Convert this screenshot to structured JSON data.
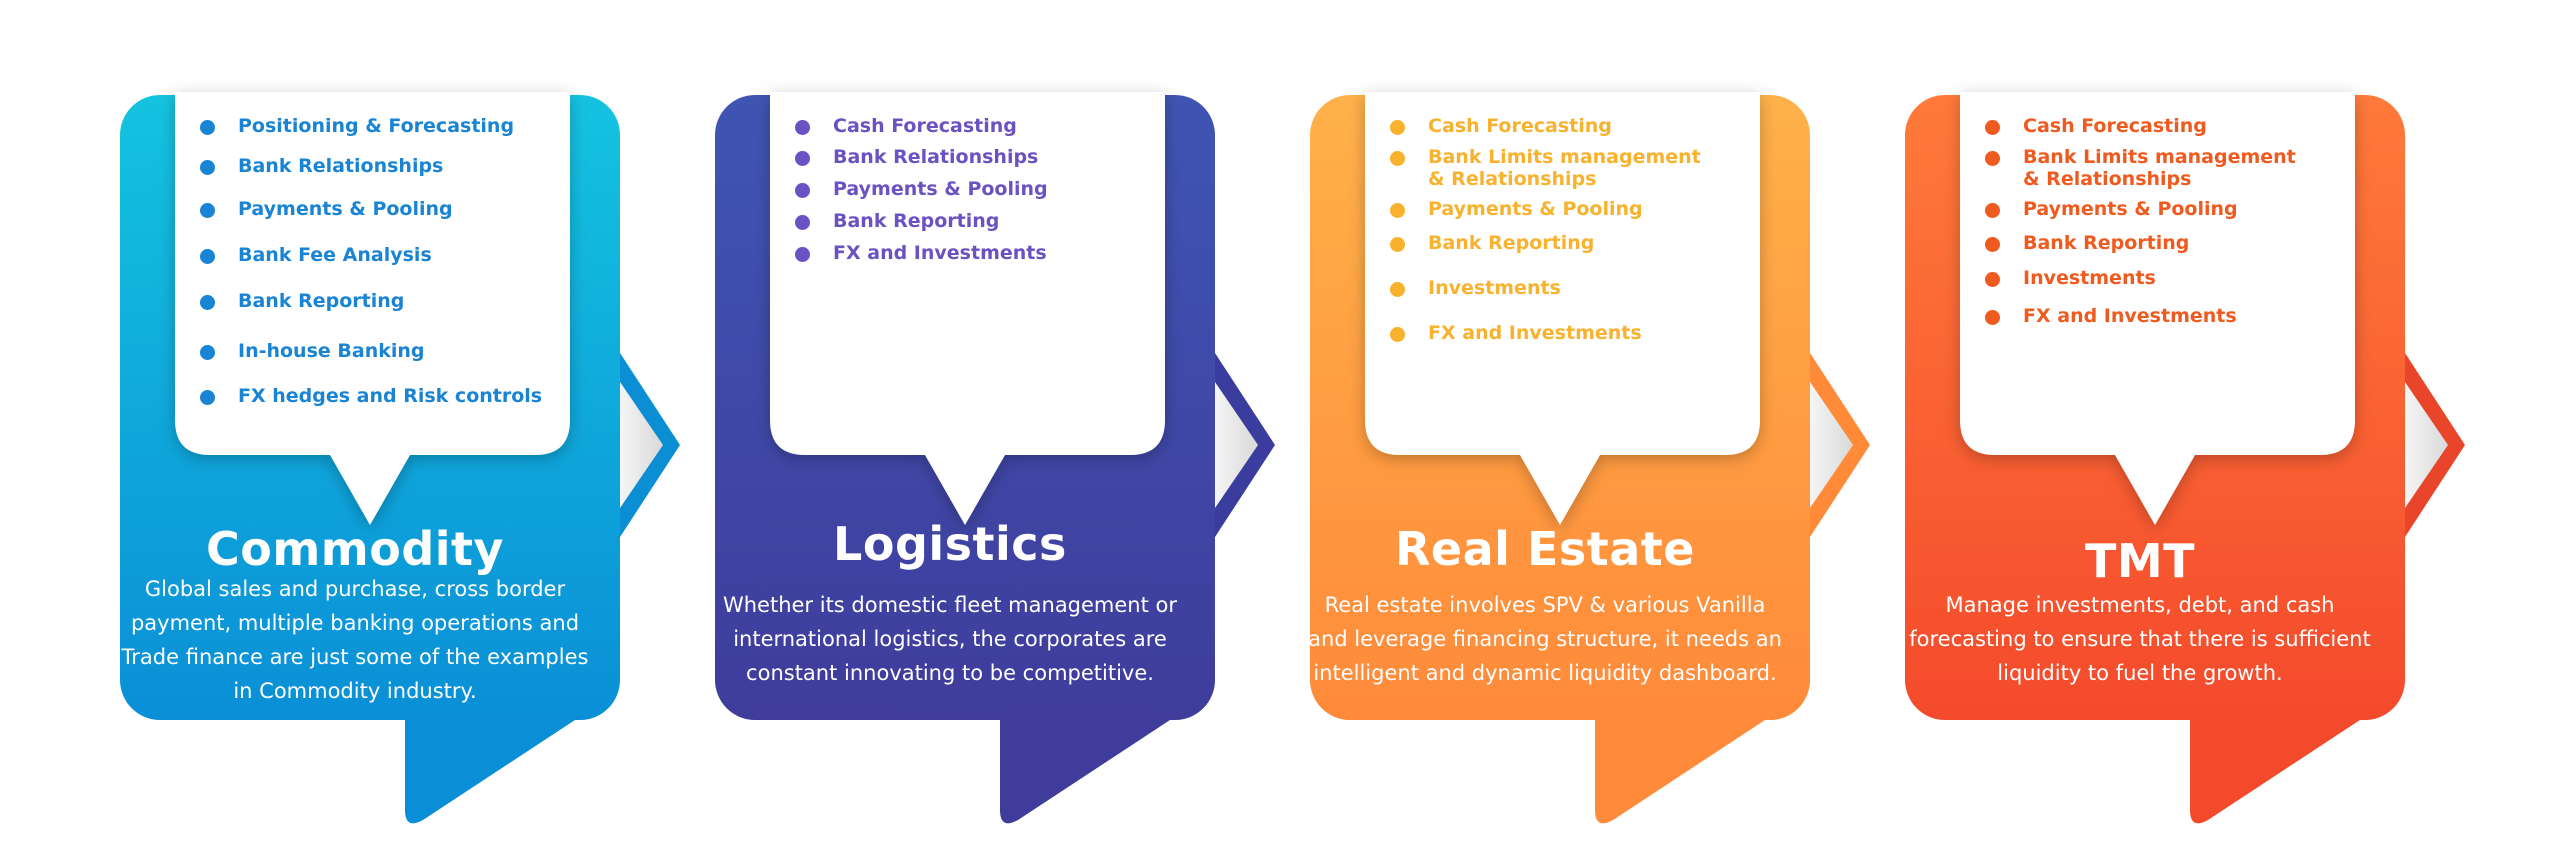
{
  "cards": [
    {
      "title": "Commodity",
      "description": "Global sales and purchase, cross border payment, multiple banking operations and Trade finance are just some of the examples in Commodity industry.",
      "colors": {
        "top": "#14c3e0",
        "bottom": "#0a8fd6",
        "text": "#1a84d4",
        "arrow": "#0b8ed3"
      },
      "items": [
        "Positioning & Forecasting",
        "Bank Relationships",
        "Payments & Pooling",
        "Bank Fee Analysis",
        "Bank Reporting",
        "In-house Banking",
        "FX hedges and Risk controls"
      ]
    },
    {
      "title": "Logistics",
      "description": "Whether its domestic fleet management or international logistics, the corporates are constant innovating to be competitive.",
      "colors": {
        "top": "#3f55b3",
        "bottom": "#3f3c9c",
        "text": "#6a52c2",
        "arrow": "#3a3d9e"
      },
      "items": [
        "Cash Forecasting",
        "Bank Relationships",
        "Payments & Pooling",
        "Bank Reporting",
        "FX and Investments"
      ]
    },
    {
      "title": "Real Estate",
      "description": "Real estate involves SPV & various Vanilla and leverage financing structure, it needs an intelligent and dynamic liquidity dashboard.",
      "colors": {
        "top": "#ffb14a",
        "bottom": "#ff8a3a",
        "text": "#f9b22d",
        "arrow": "#ff8a38"
      },
      "items": [
        "Cash Forecasting",
        "Bank Limits management\n& Relationships",
        "Payments & Pooling",
        "Bank Reporting",
        "Investments",
        "FX and Investments"
      ]
    },
    {
      "title": "TMT",
      "description": "Manage investments, debt, and cash forecasting to ensure that there is sufficient liquidity to fuel the growth.",
      "colors": {
        "top": "#ff7a3a",
        "bottom": "#f44a2c",
        "text": "#ef5a1e",
        "arrow": "#e8452a"
      },
      "items": [
        "Cash Forecasting",
        "Bank Limits management\n& Relationships",
        "Payments & Pooling",
        "Bank Reporting",
        "Investments",
        "FX and Investments"
      ]
    }
  ]
}
